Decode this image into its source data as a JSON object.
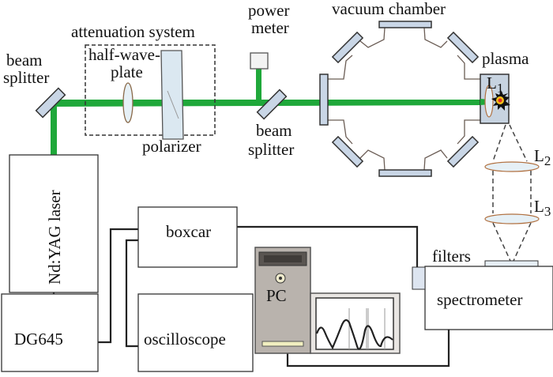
{
  "labels": {
    "vacuum_chamber": "vacuum chamber",
    "attenuation_system": "attenuation system",
    "power_meter_1": "power",
    "power_meter_2": "meter",
    "beam_splitter_left_1": "beam",
    "beam_splitter_left_2": "splitter",
    "half_wave_plate_1": "half-wave-",
    "half_wave_plate_2": "plate",
    "polarizer": "polarizer",
    "beam_splitter_right_1": "beam",
    "beam_splitter_right_2": "splitter",
    "plasma": "plasma",
    "L1": "L",
    "L1_sub": "1",
    "L2": "L",
    "L2_sub": "2",
    "L3": "L",
    "L3_sub": "3",
    "laser": "Nd:YAG laser",
    "dg645": "DG645",
    "boxcar": "boxcar",
    "oscilloscope": "oscilloscope",
    "pc": "PC",
    "filters": "filters",
    "spectrometer": "spectrometer"
  },
  "colors": {
    "beam": "#1fa83a",
    "optic": "#cfe0ec",
    "pc_case": "#b9b3ad"
  }
}
